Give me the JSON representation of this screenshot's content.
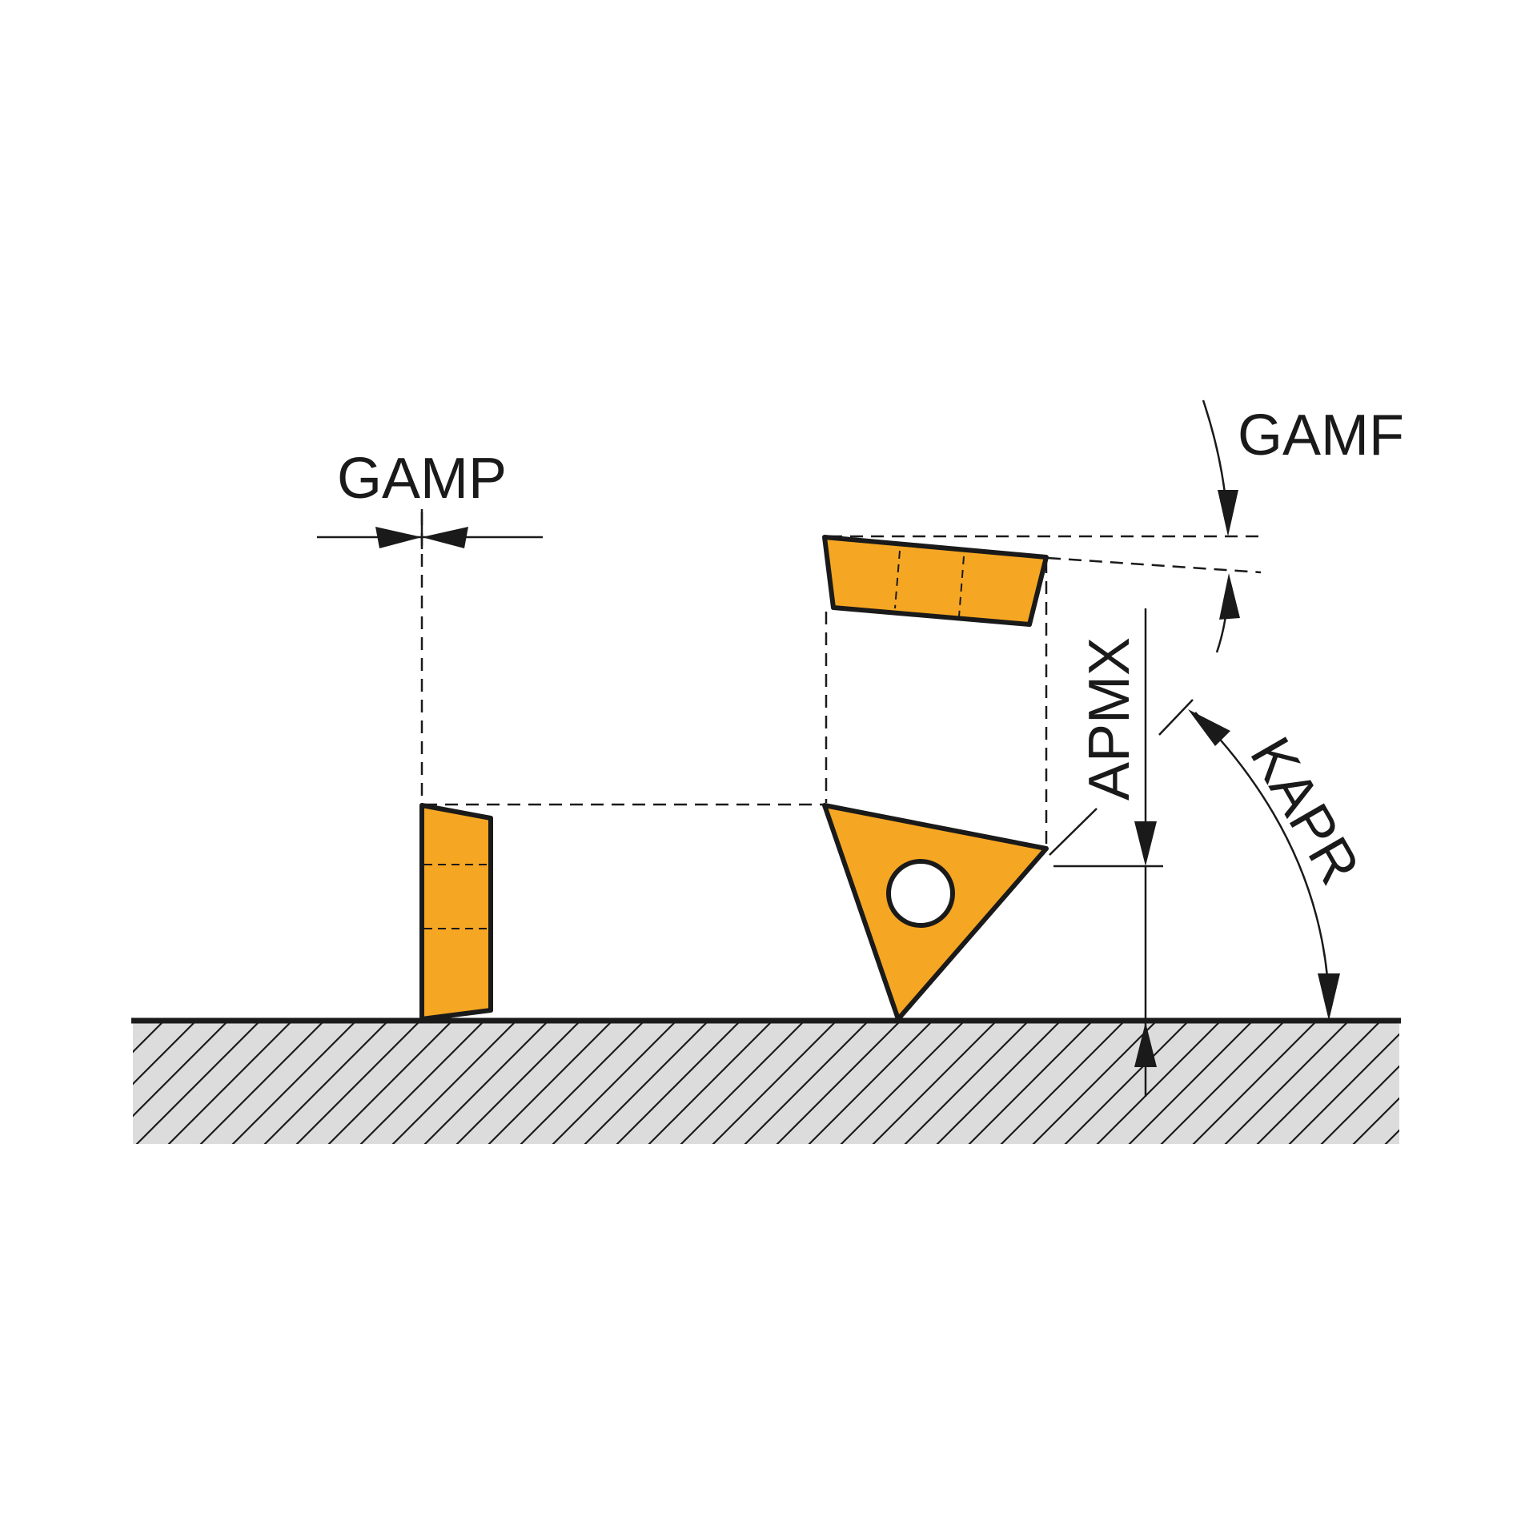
{
  "colors": {
    "insert_fill": "#f5a623",
    "outline": "#1a1a1a",
    "workpiece_fill": "#dcdcdc",
    "background": "#ffffff"
  },
  "labels": {
    "gamp": "GAMP",
    "gamf": "GAMF",
    "apmx": "APMX",
    "kapr": "KAPR"
  }
}
